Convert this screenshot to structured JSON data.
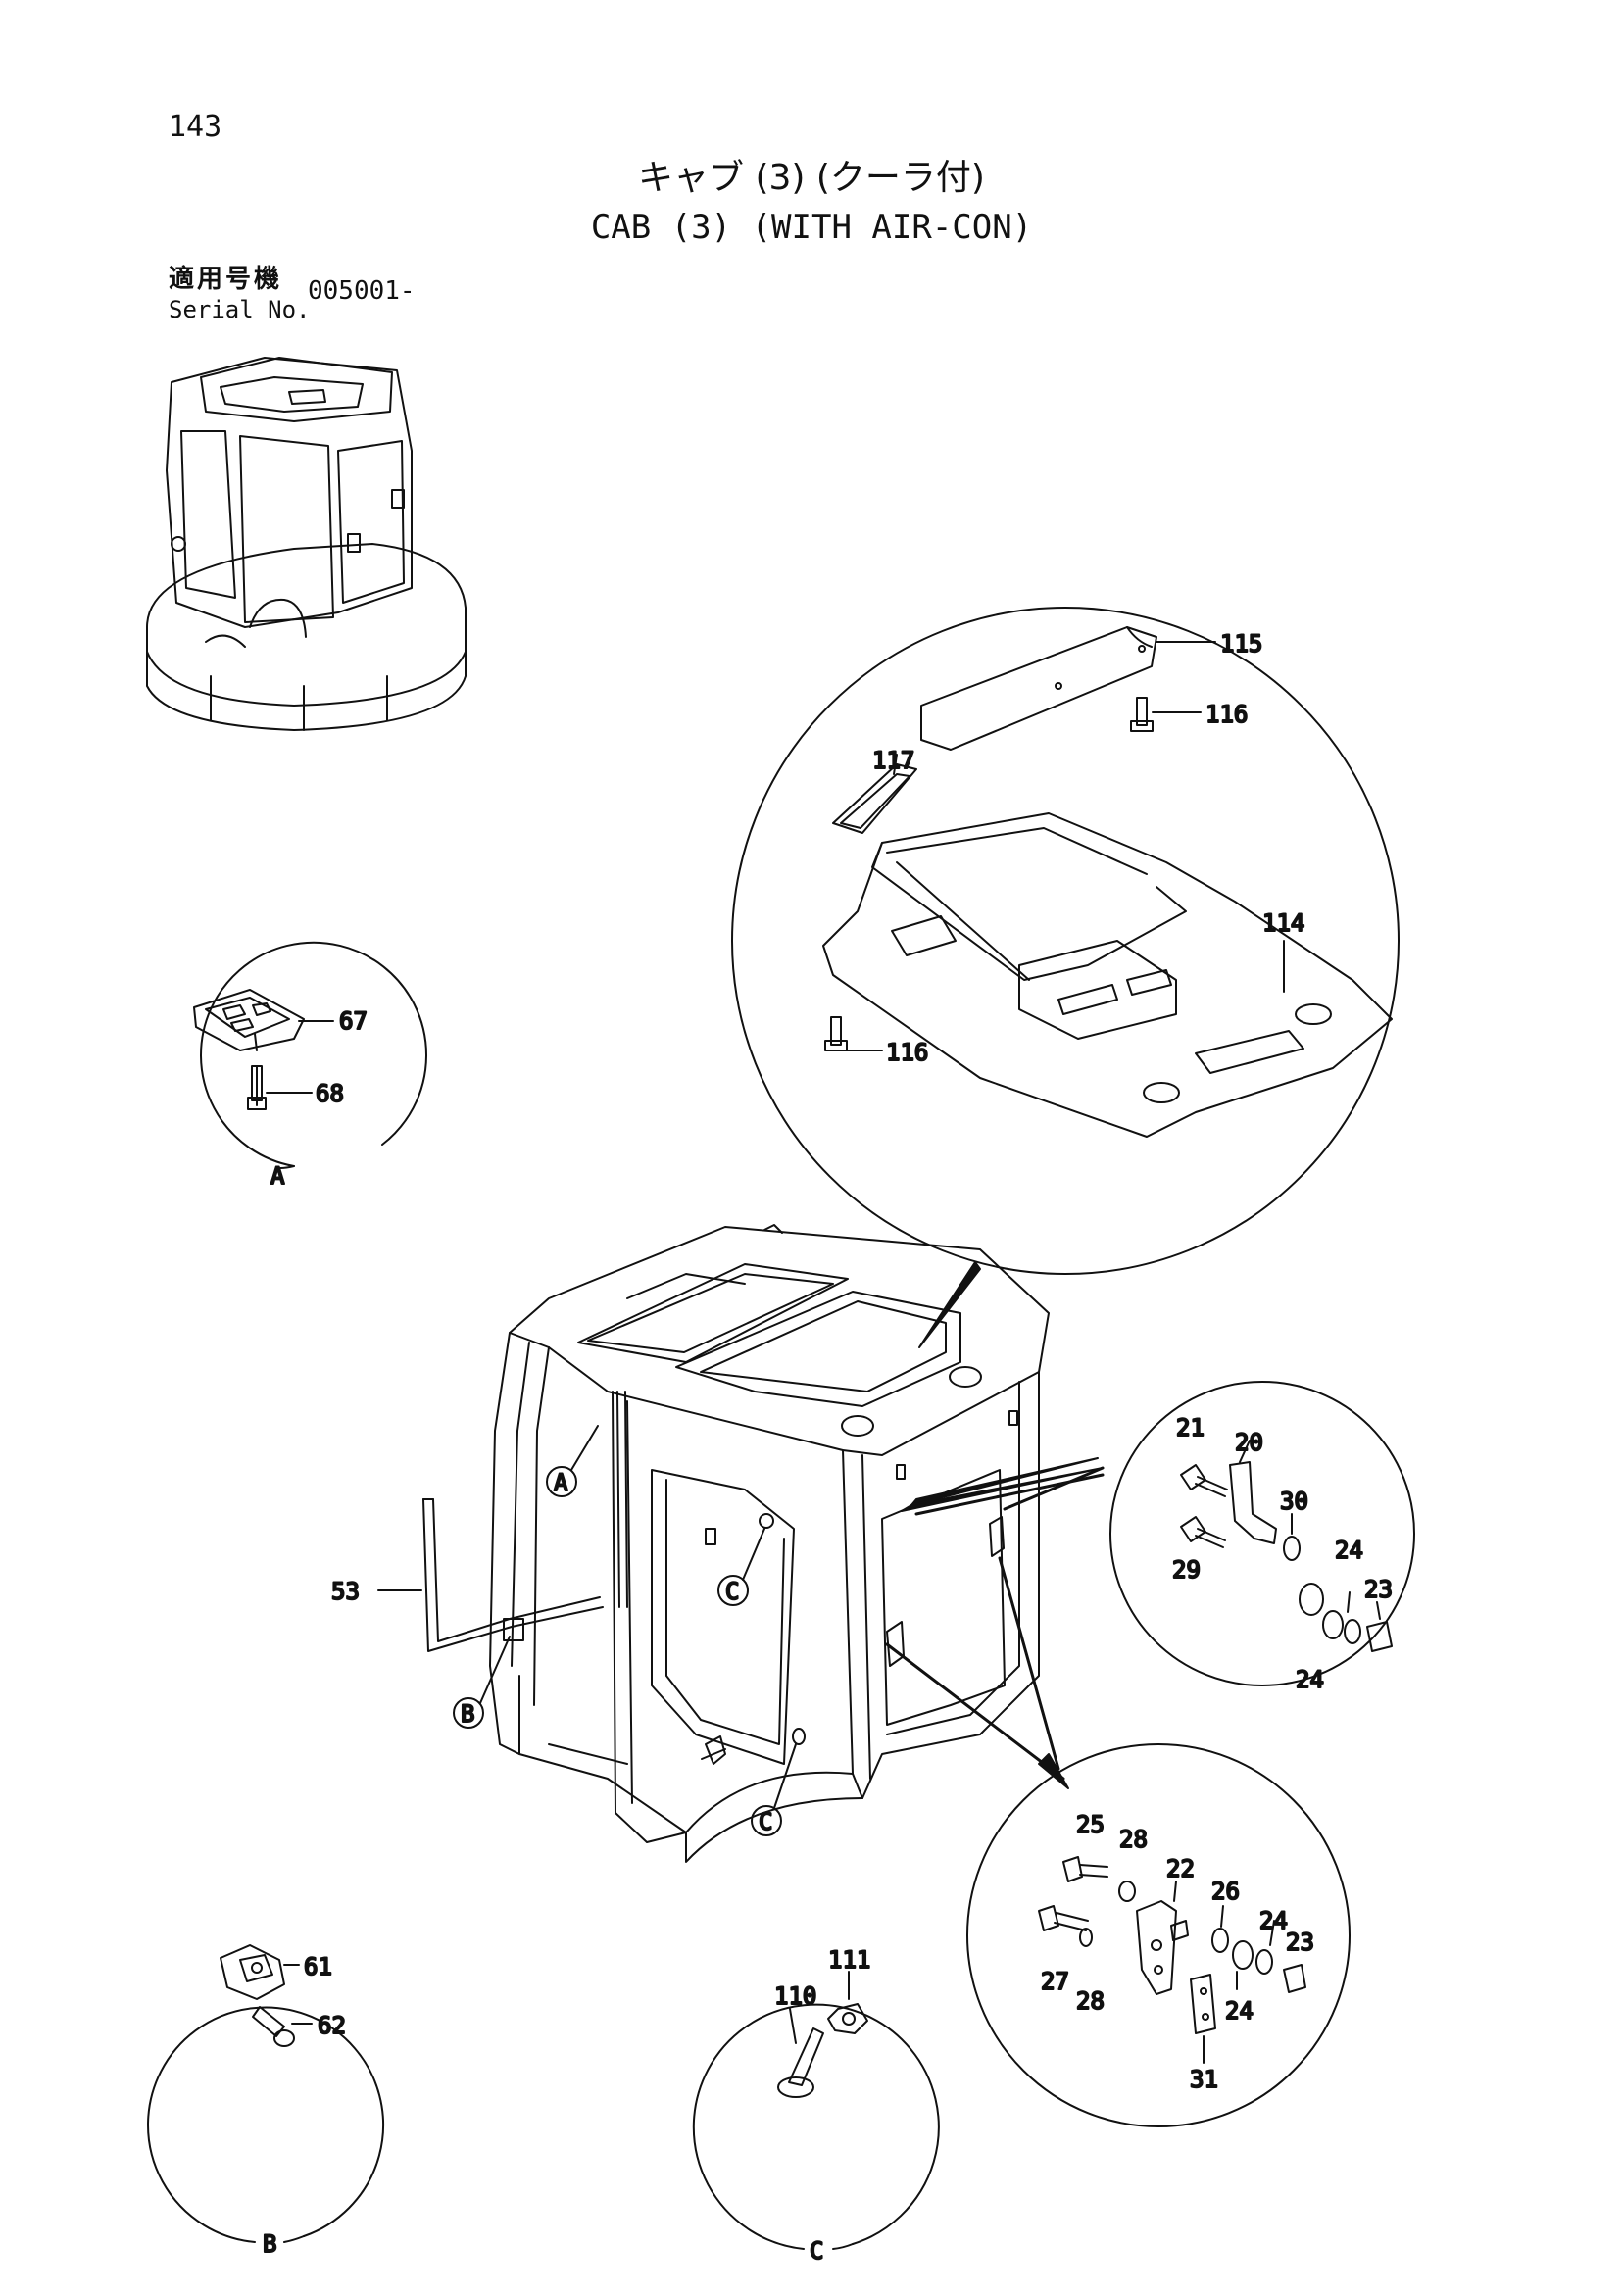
{
  "page_number": "143",
  "title_jp": "キャブ (3) (クーラ付)",
  "title_en": "CAB (3) (WITH AIR-CON)",
  "serial_label_jp": "適用号機",
  "serial_label_en": "Serial No.",
  "serial_value": "005001-",
  "detail_labels": {
    "a": "A",
    "b": "B",
    "c": "C"
  },
  "callouts": {
    "a": "A",
    "b": "B",
    "c1": "C",
    "c2": "C"
  },
  "parts": {
    "p115": "115",
    "p116a": "116",
    "p117": "117",
    "p114": "114",
    "p116b": "116",
    "p67": "67",
    "p68": "68",
    "p53": "53",
    "p21": "21",
    "p20": "20",
    "p30": "30",
    "p29": "29",
    "p24a": "24",
    "p23a": "23",
    "p24b": "24",
    "p25": "25",
    "p28a": "28",
    "p22": "22",
    "p26": "26",
    "p24c": "24",
    "p23b": "23",
    "p27": "27",
    "p28b": "28",
    "p24d": "24",
    "p31": "31",
    "p111": "111",
    "p110": "110",
    "p61": "61",
    "p62": "62"
  }
}
